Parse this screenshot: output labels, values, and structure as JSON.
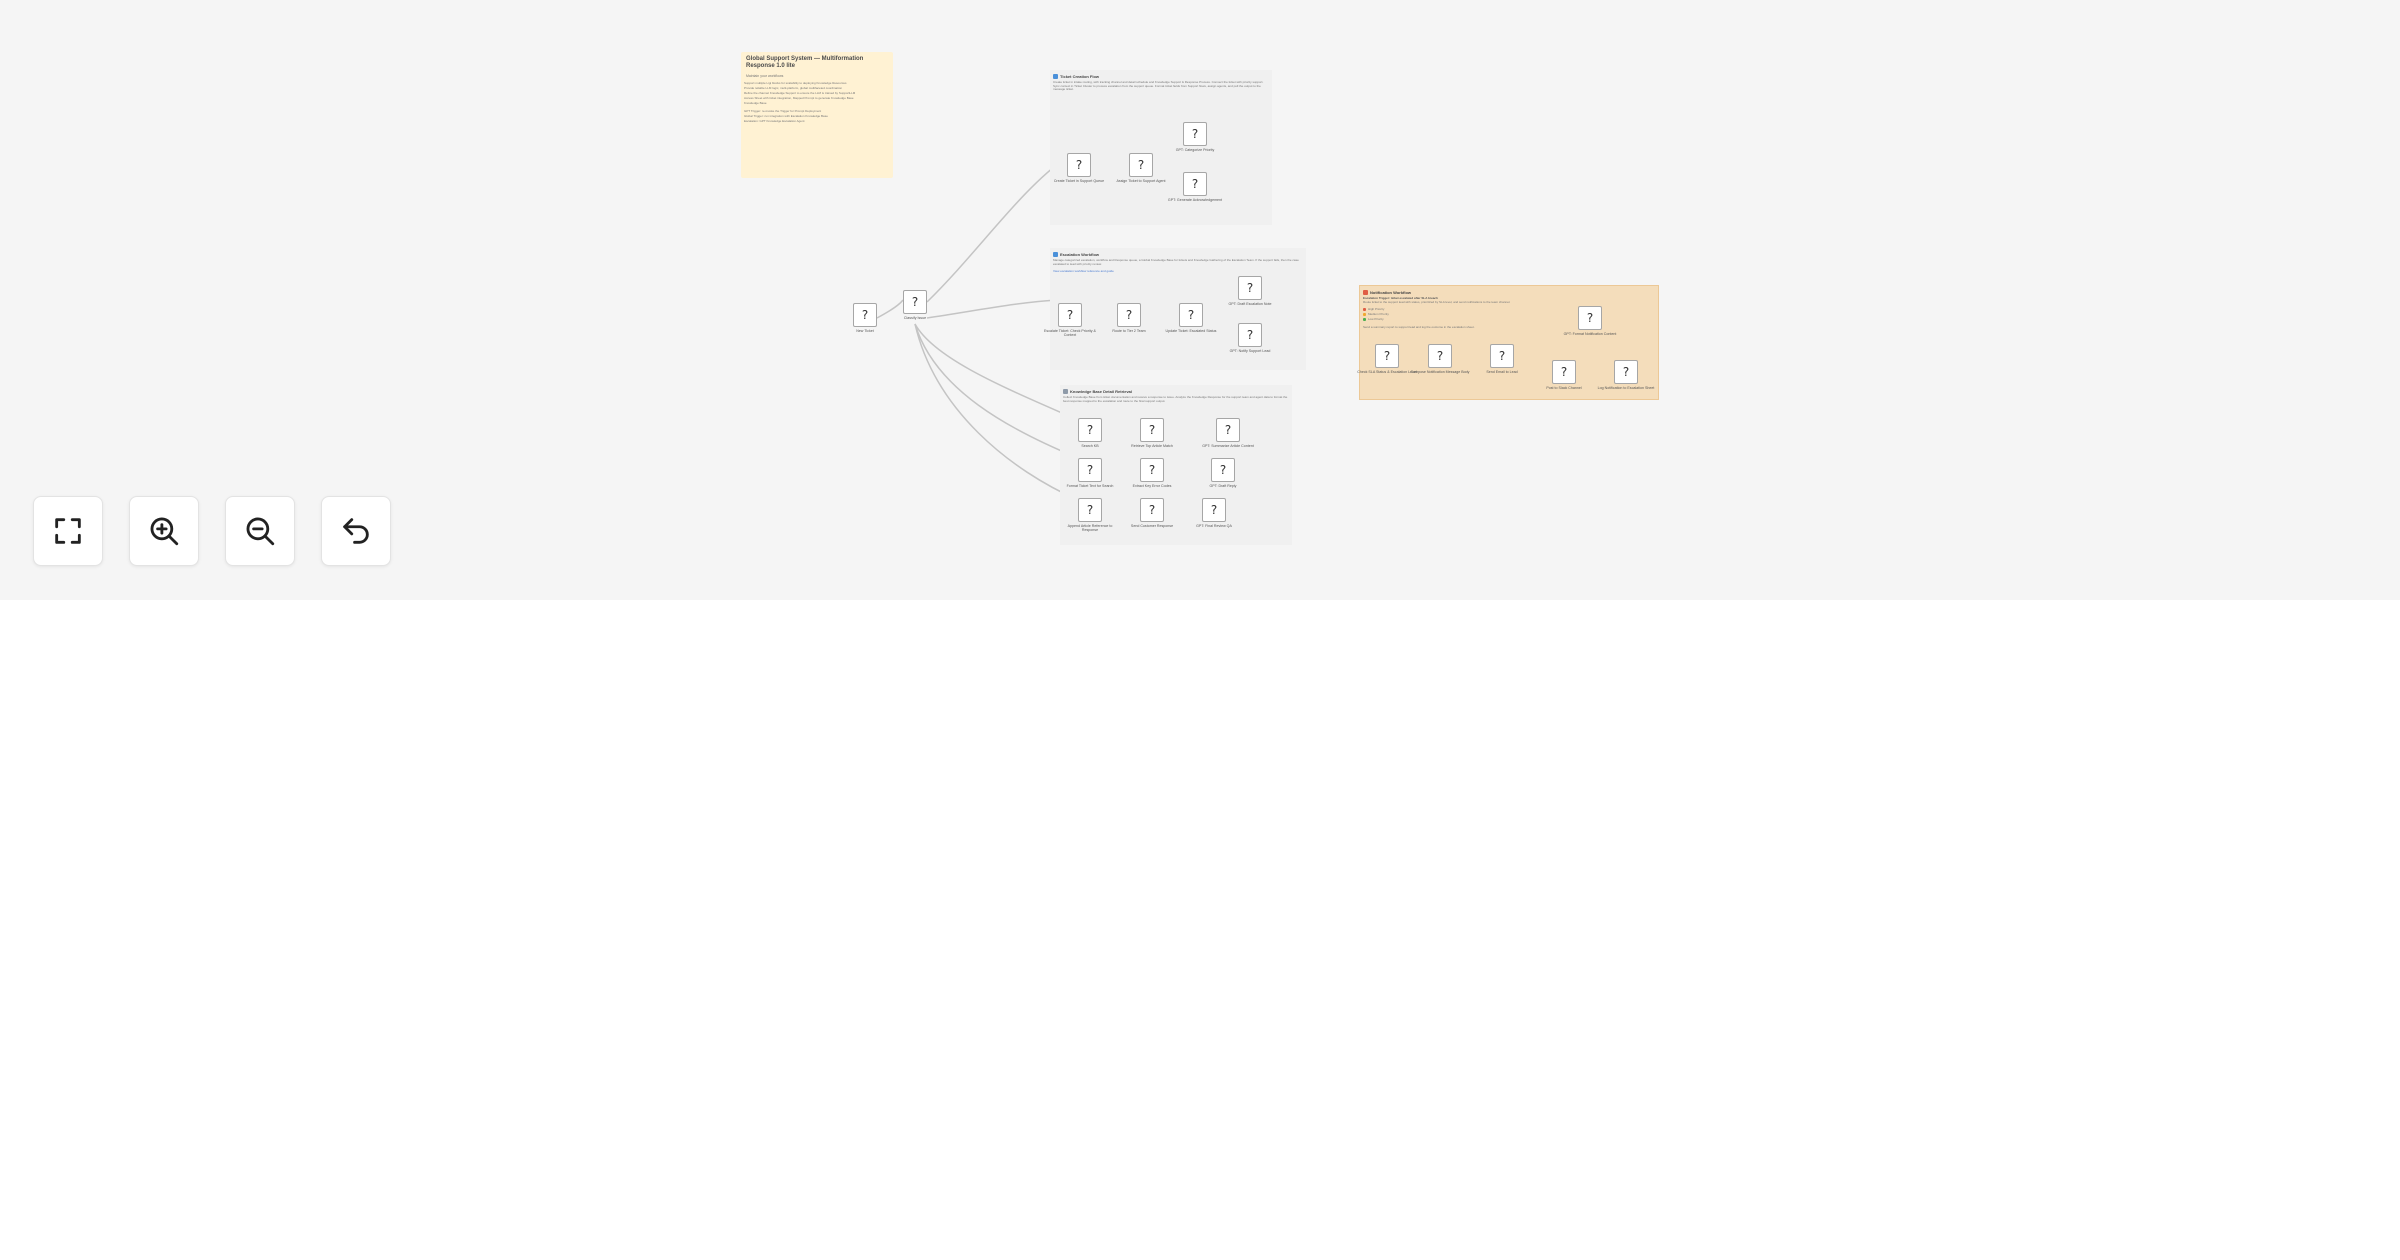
{
  "note": {
    "title": "Global Support System — Multiformation Response 1.0 lite",
    "subtitle": "Maintain your workflows",
    "lines": [
      "Support multiple Ligi blocks for scalability to deploying Knowledge Resources",
      "Provide reliable LLM logic, multi-platform, global multifaceted coordination",
      "Refine the channel Knowledge Support to ensure the LLM is trained by SupportLLM",
      "Access Sheet with ticket integration, Mapped Prompt to generate Knowledge Base",
      "Knowledge Base"
    ],
    "bullets": [
      "GPT Trigger: re-invoke the Trigger for Prompt Deployment",
      "Global Trigger: run integration with Escalation Knowledge Base",
      "Escalation: GPT Knowledge Escalation Agent"
    ]
  },
  "groups": [
    {
      "heading": "Ticket Creation Flow",
      "text": "Create ticket in intake routing, with tracking channel and detail schedule and Knowledge Support & Response Process. Connect the ticket with priority support. Sync context in Ticket Cluster to process escalation from the support queue. Format ticket fields from Support flows, assign agents, and pull the output to the message ticket."
    },
    {
      "heading": "Escalation Workflow",
      "text": "Manage categorized escalation, workflow and Response queue, a Global Knowledge Base for tickets and Knowledge Gathering of the Escalation Team. If the support fails, then the case escalated to lead with priority review.",
      "link": "View escalation workflow reference and guide"
    },
    {
      "heading": "Knowledge Base Detail Retrieval",
      "text": "Collect Knowledge Base from ticket documentation and receive a response to issue. Analyze the Knowledge Response for the support team and agent data to format the best response mapped to the escalation and route to the final support output."
    },
    {
      "heading": "Notification Workflow",
      "subheading": "Escalation Trigger: ticket escalated after SLA breach",
      "text": "Route ticket to the support lead with status, prioritized by SLA level, and send notifications to the team channel.",
      "legend": [
        "High Priority",
        "Medium Priority",
        "Low Priority"
      ],
      "footer": "Send a summary report to support lead and log the outcome in the escalation sheet."
    }
  ],
  "nodes": {
    "glyph": "?",
    "labels": {
      "intake": "New Ticket",
      "router": "Classify Issue",
      "t1": "Create Ticket in Support Queue",
      "t2": "Assign Ticket to Support Agent",
      "t3": "GPT: Categorize Priority",
      "t4": "GPT: Generate Acknowledgement",
      "e1": "Escalate Ticket: Check Priority & Context",
      "e2": "Route to Tier 2 Team",
      "e3": "Update Ticket: Escalated Status",
      "e4": "GPT: Draft Escalation Note",
      "e5": "GPT: Notify Support Lead",
      "k1": "Search KB",
      "k2": "Retrieve Top Article Match",
      "k3": "GPT: Summarize Article Content",
      "k4": "Format Ticket Text for Search",
      "k5": "Extract Key Error Codes",
      "k6": "GPT: Draft Reply",
      "k7": "Append Article Reference to Response",
      "k8": "Send Customer Response",
      "k9": "GPT: Final Review QA",
      "n1": "Check SLA Status & Escalation Level",
      "n2": "Compose Notification Message Body",
      "n3": "Send Email to Lead",
      "n4": "GPT: Format Notification Content",
      "n5": "Post to Slack Channel",
      "n6": "Log Notification to Escalation Sheet"
    }
  },
  "controls": {
    "fit_icon": "fit-view-icon",
    "zoom_in_icon": "zoom-in-icon",
    "zoom_out_icon": "zoom-out-icon",
    "reset_icon": "reset-undo-icon"
  },
  "colors": {
    "canvas": "#f5f5f5",
    "note": "#fff2d3",
    "group_notification": "#f4ddbb",
    "edge": "#c4c4c4",
    "legend_high": "#e05d44",
    "legend_medium": "#f0a830",
    "legend_low": "#4caf50"
  }
}
